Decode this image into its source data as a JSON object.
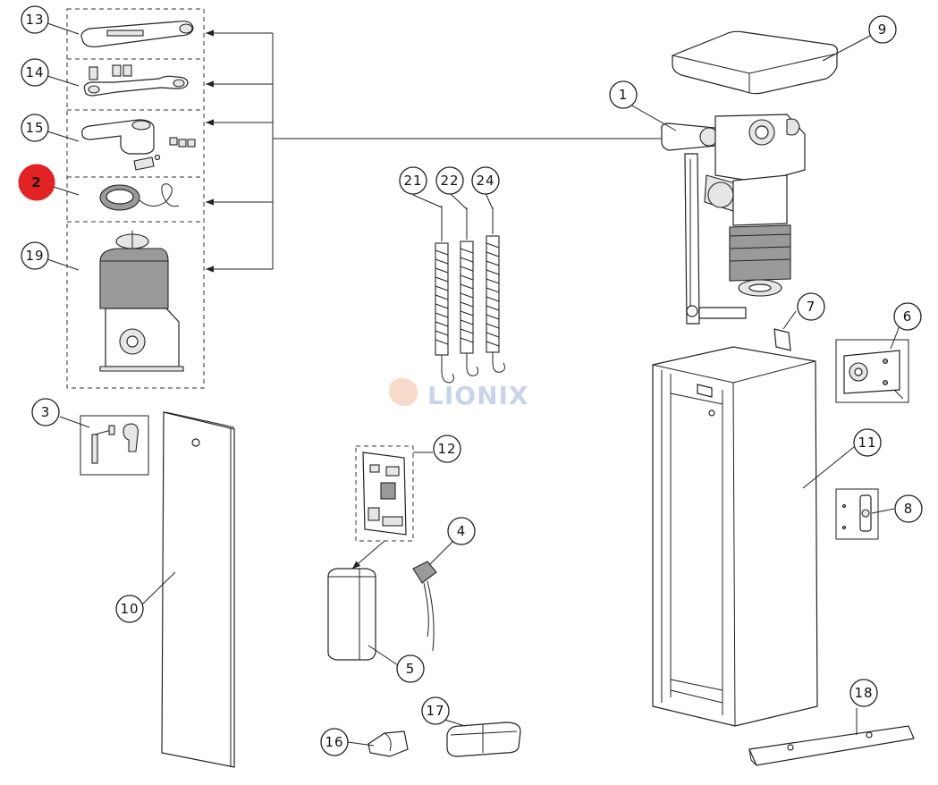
{
  "labels": {
    "l1": "1",
    "l2": "2",
    "l3": "3",
    "l4": "4",
    "l5": "5",
    "l6": "6",
    "l7": "7",
    "l8": "8",
    "l9": "9",
    "l10": "10",
    "l11": "11",
    "l12": "12",
    "l13": "13",
    "l14": "14",
    "l15": "15",
    "l16": "16",
    "l17": "17",
    "l18": "18",
    "l19": "19",
    "l21": "21",
    "l22": "22",
    "l24": "24"
  },
  "highlight_color": "#e32323",
  "watermark": {
    "text": "LIONIX"
  }
}
